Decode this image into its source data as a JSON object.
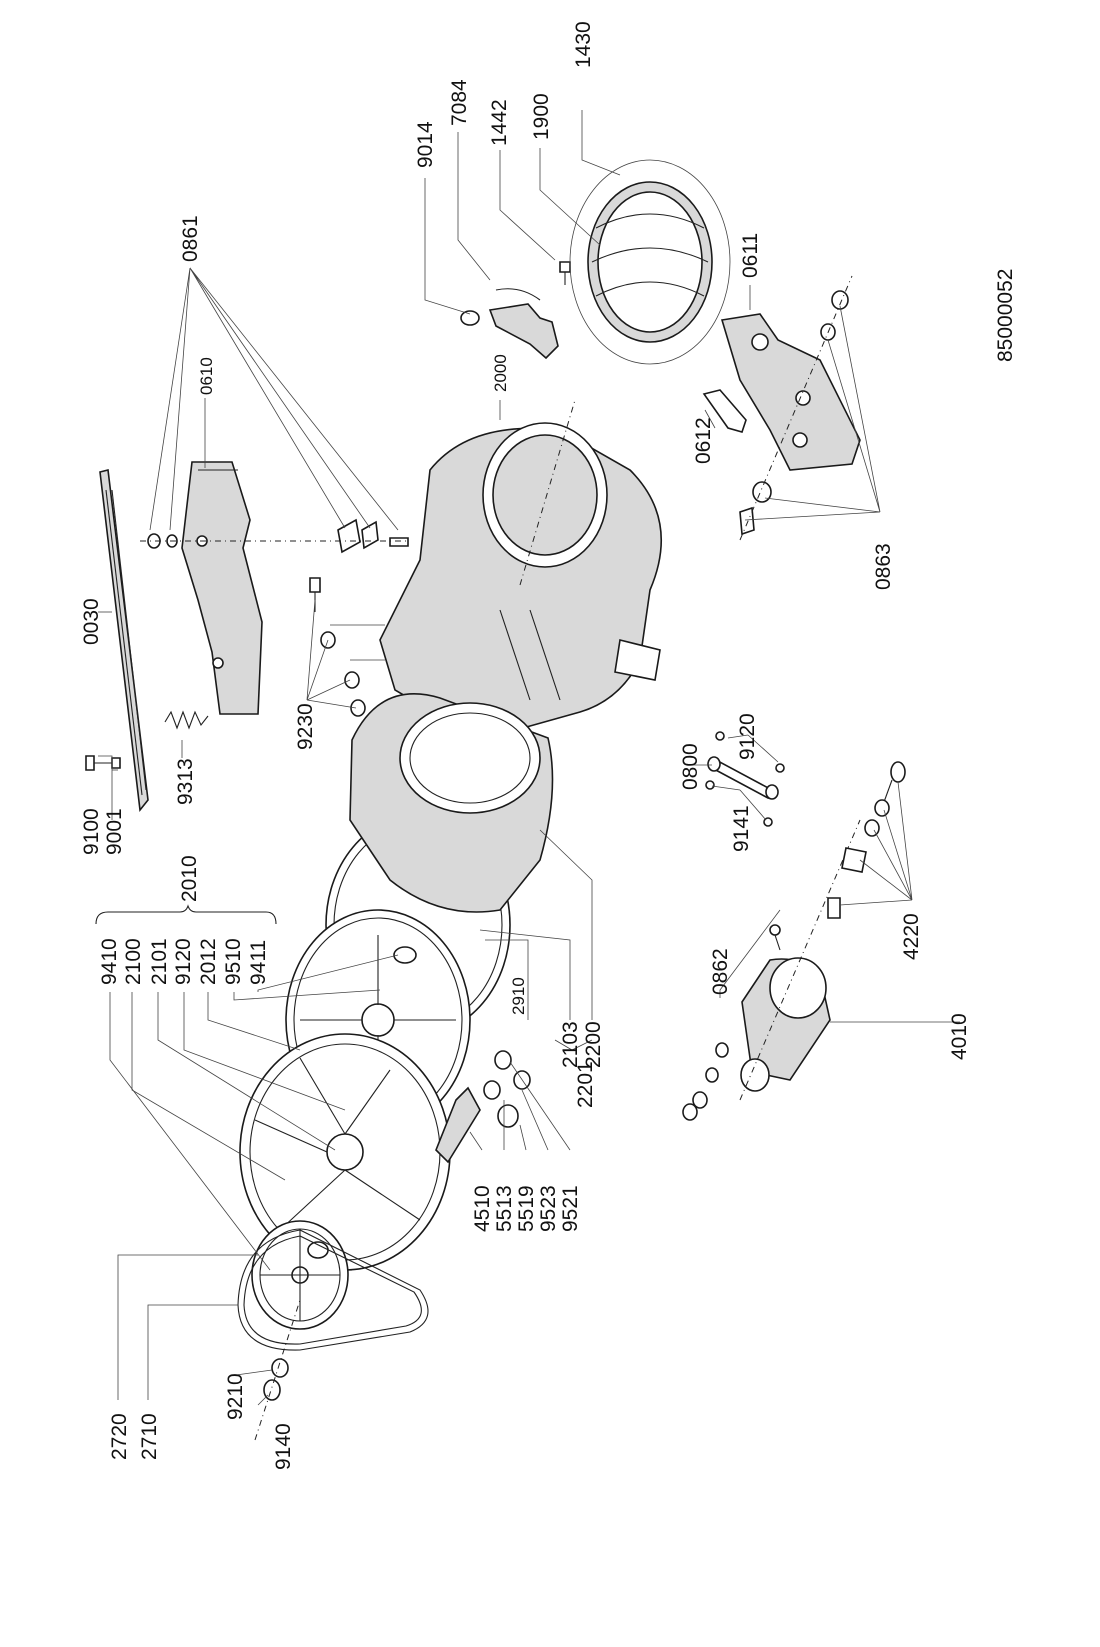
{
  "diagram": {
    "drawing_number": "85000052",
    "labels": {
      "p0030": "0030",
      "p9100": "9100",
      "p9001": "9001",
      "p9313": "9313",
      "p0610": "0610",
      "p0861": "0861",
      "p9230": "9230",
      "p9014": "9014",
      "p7084": "7084",
      "p1442": "1442",
      "p1900": "1900",
      "p1430": "1430",
      "p2000": "2000",
      "p0611": "0611",
      "p0612": "0612",
      "p0863": "0863",
      "p9410": "9410",
      "p2100": "2100",
      "p2101": "2101",
      "p9120a": "9120",
      "p2012": "2012",
      "p9510": "9510",
      "p9411": "9411",
      "p2010": "2010",
      "p2910": "2910",
      "p2103": "2103",
      "p2200": "2200",
      "p2201": "2201",
      "p4510": "4510",
      "p5513": "5513",
      "p5519": "5519",
      "p9523": "9523",
      "p9521": "9521",
      "p0800": "0800",
      "p9120b": "9120",
      "p9141": "9141",
      "p0862": "0862",
      "p4220": "4220",
      "p4010": "4010",
      "p2720": "2720",
      "p2710": "2710",
      "p9210": "9210",
      "p9140": "9140"
    }
  }
}
